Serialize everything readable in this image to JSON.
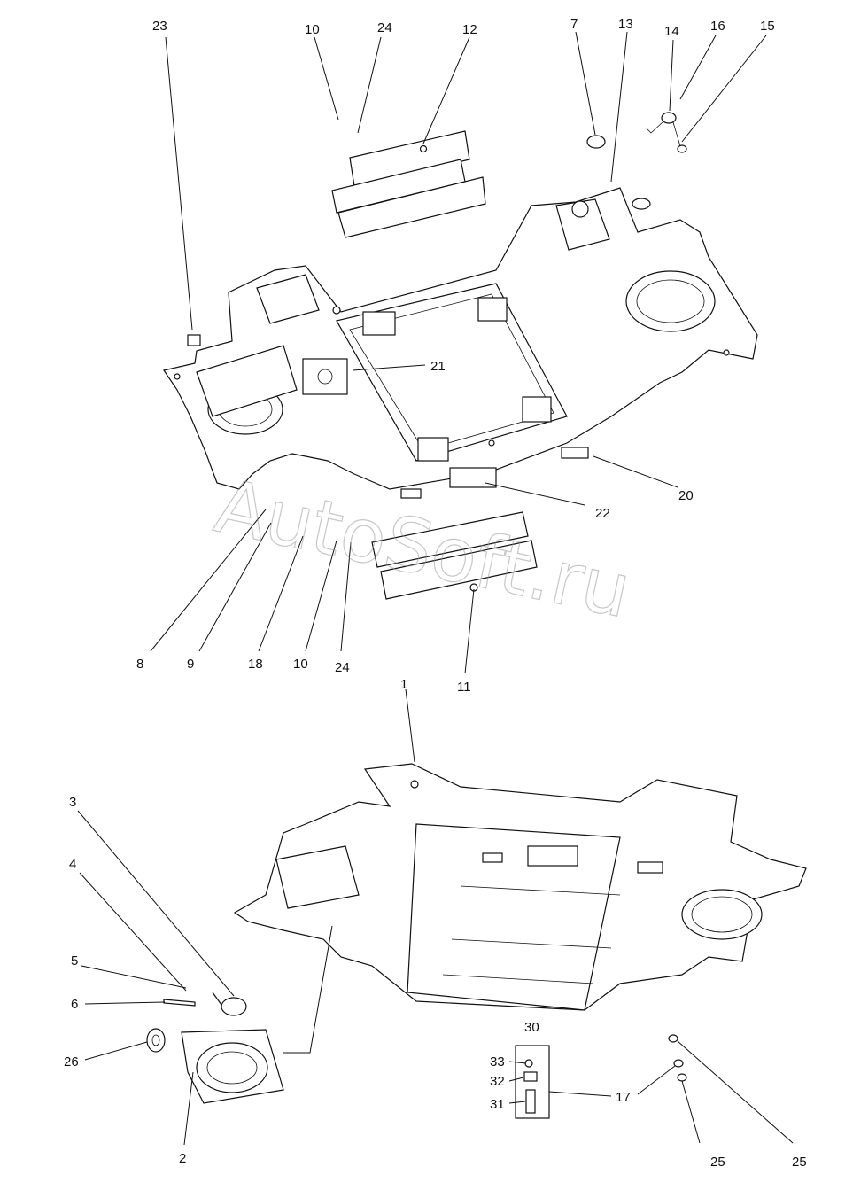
{
  "watermark": "AutoSoft.ru",
  "callouts": {
    "c23": "23",
    "c10a": "10",
    "c24a": "24",
    "c12": "12",
    "c7": "7",
    "c13": "13",
    "c14": "14",
    "c16": "16",
    "c15": "15",
    "c21": "21",
    "c20": "20",
    "c22": "22",
    "c8": "8",
    "c9": "9",
    "c18": "18",
    "c10b": "10",
    "c24b": "24",
    "c11": "11",
    "c1": "1",
    "c3": "3",
    "c4": "4",
    "c5": "5",
    "c6": "6",
    "c26": "26",
    "c2": "2",
    "c30": "30",
    "c33": "33",
    "c32": "32",
    "c31": "31",
    "c17": "17",
    "c25a": "25",
    "c25b": "25"
  }
}
